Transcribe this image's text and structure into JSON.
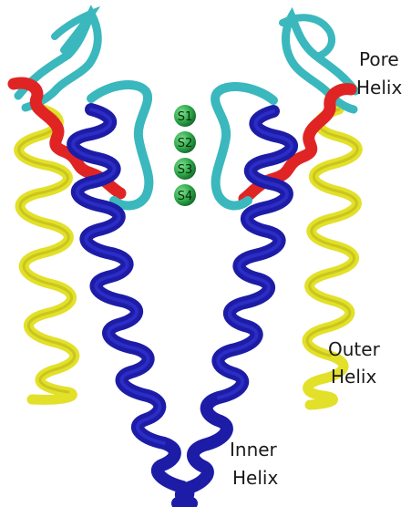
{
  "colors": {
    "background": "#ffffff",
    "inner_helix": "#1c1ca6",
    "outer_helix": "#e3e02a",
    "pore_helix": "#e02424",
    "loop": "#3ab8bd",
    "ion": "#2ea84a"
  },
  "labels": {
    "pore_helix": [
      "Pore",
      "Helix"
    ],
    "outer_helix": [
      "Outer",
      "Helix"
    ],
    "inner_helix": [
      "Inner",
      "Helix"
    ]
  },
  "ion_sites": [
    "S1",
    "S2",
    "S3",
    "S4"
  ]
}
